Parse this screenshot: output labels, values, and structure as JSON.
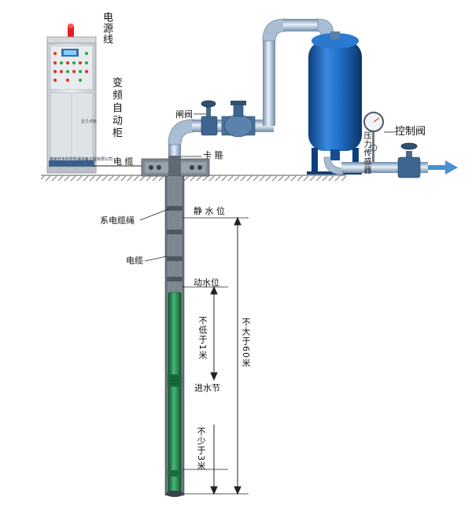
{
  "labels": {
    "power_line": "电源线",
    "control_cabinet": "变频自动柜",
    "gate_valve": "闸阀",
    "cable_top": "电  缆",
    "clamp": "卡  箍",
    "control_valve": "控制阀",
    "pressure_sensor": "压力传感器",
    "cable_rope": "系电缆绳",
    "static_level": "静  水  位",
    "cable_mid": "电缆",
    "dynamic_level": "动水位",
    "not_less_1m": "不低于1米",
    "inlet_section": "进水节",
    "not_less_3m": "不少于3米",
    "max_60m": "不大于60米"
  },
  "cabinet": {
    "maker_text": "南京亚东科技机械设备工程有限公司",
    "tag_text": "型号规格"
  },
  "colors": {
    "pipe": "#8fa8c4",
    "tank": "#1f6cc4",
    "pump": "#2f9a57",
    "ground": "#777777",
    "cabinet_panel": "#dfe3e6",
    "beacon": "#e02020",
    "flow_arrow": "#4a8fd0"
  }
}
